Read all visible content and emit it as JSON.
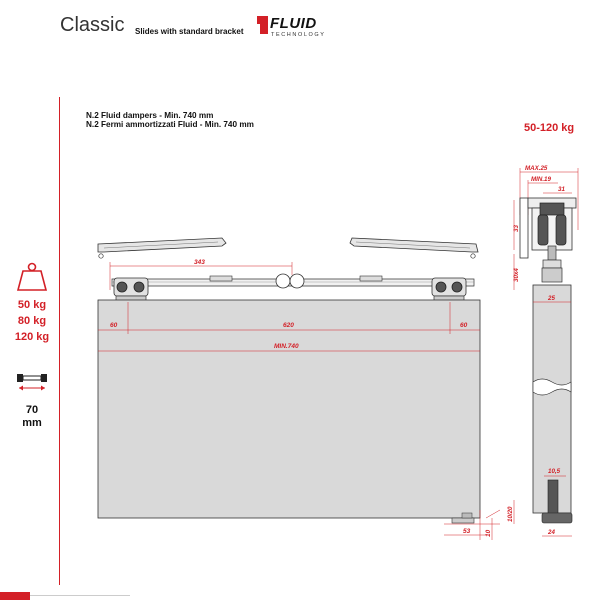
{
  "header": {
    "title": "Classic",
    "subtitle": "Slides with standard bracket",
    "logo_word": "FLUID",
    "logo_sub": "TECHNOLOGY"
  },
  "notes": {
    "line1": "N.2 Fluid dampers - Min. 740 mm",
    "line2": "N.2 Fermi ammortizzati Fluid - Min. 740 mm"
  },
  "load_range": "50-120 kg",
  "load_options": [
    "50 kg",
    "80 kg",
    "120 kg"
  ],
  "thickness": {
    "value": "70",
    "unit": "mm"
  },
  "dimensions": {
    "d343": "343",
    "d60a": "60",
    "d620": "620",
    "d60b": "60",
    "min740": "MIN.740",
    "max25": "MAX.25",
    "min19": "MIN.19",
    "d31": "31",
    "d33": "33",
    "d30x4": "30x4",
    "d25": "25",
    "d10_5": "10,5",
    "d10_20": "10/20",
    "d24": "24",
    "d53": "53",
    "d10": "10"
  },
  "colors": {
    "accent": "#d32027",
    "door": "#d9d9d9",
    "line": "#333333"
  }
}
